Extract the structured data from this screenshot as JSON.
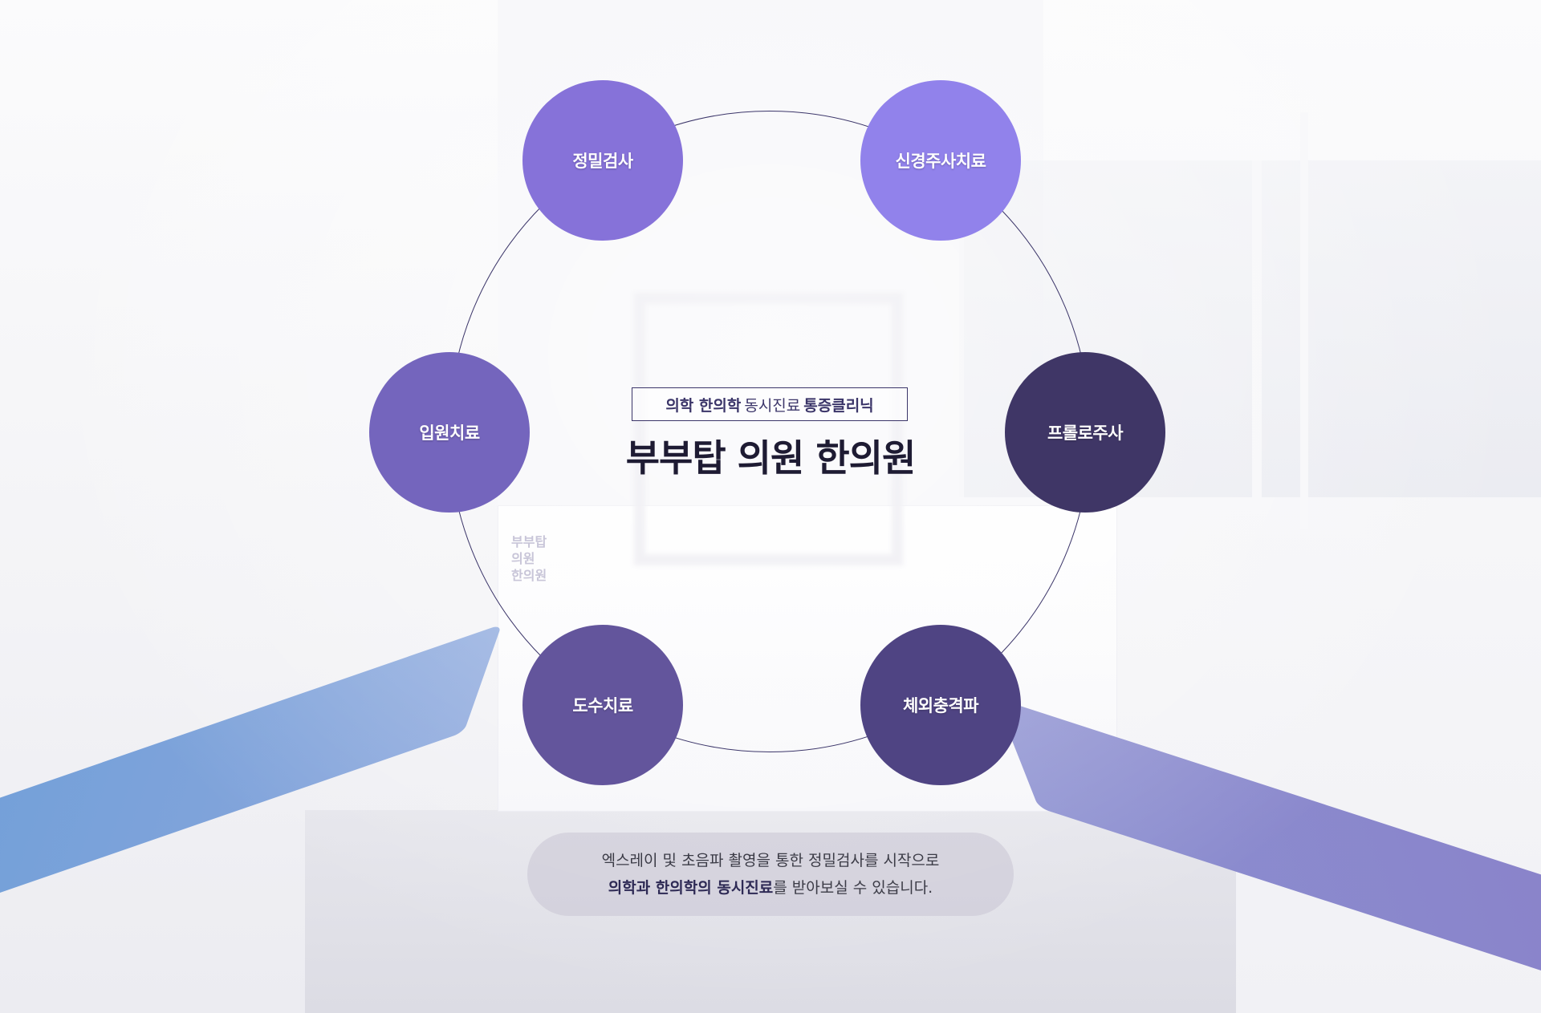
{
  "background": {
    "sign_text": [
      "부부탑",
      "의원",
      "한의원"
    ]
  },
  "center": {
    "tag_part1": "의학 한의학",
    "tag_part2": "동시진료",
    "tag_part3": "통증클리닉",
    "title": "부부탑 의원 한의원"
  },
  "nodes": [
    {
      "label": "정밀검사",
      "color": "#8672d9"
    },
    {
      "label": "신경주사치료",
      "color": "#9182eb"
    },
    {
      "label": "입원치료",
      "color": "#7465bd"
    },
    {
      "label": "프롤로주사",
      "color": "#3f3666"
    },
    {
      "label": "도수치료",
      "color": "#63559c"
    },
    {
      "label": "체외충격파",
      "color": "#4f4483"
    }
  ],
  "caption": {
    "line1": "엑스레이 및 초음파 촬영을 통한 정밀검사를 시작으로",
    "line2_bold": "의학과 한의학의 동시진료",
    "line2_rest": "를 받아보실 수 있습니다."
  },
  "colors": {
    "ring": "#3b3569",
    "title": "#1e1b33"
  }
}
